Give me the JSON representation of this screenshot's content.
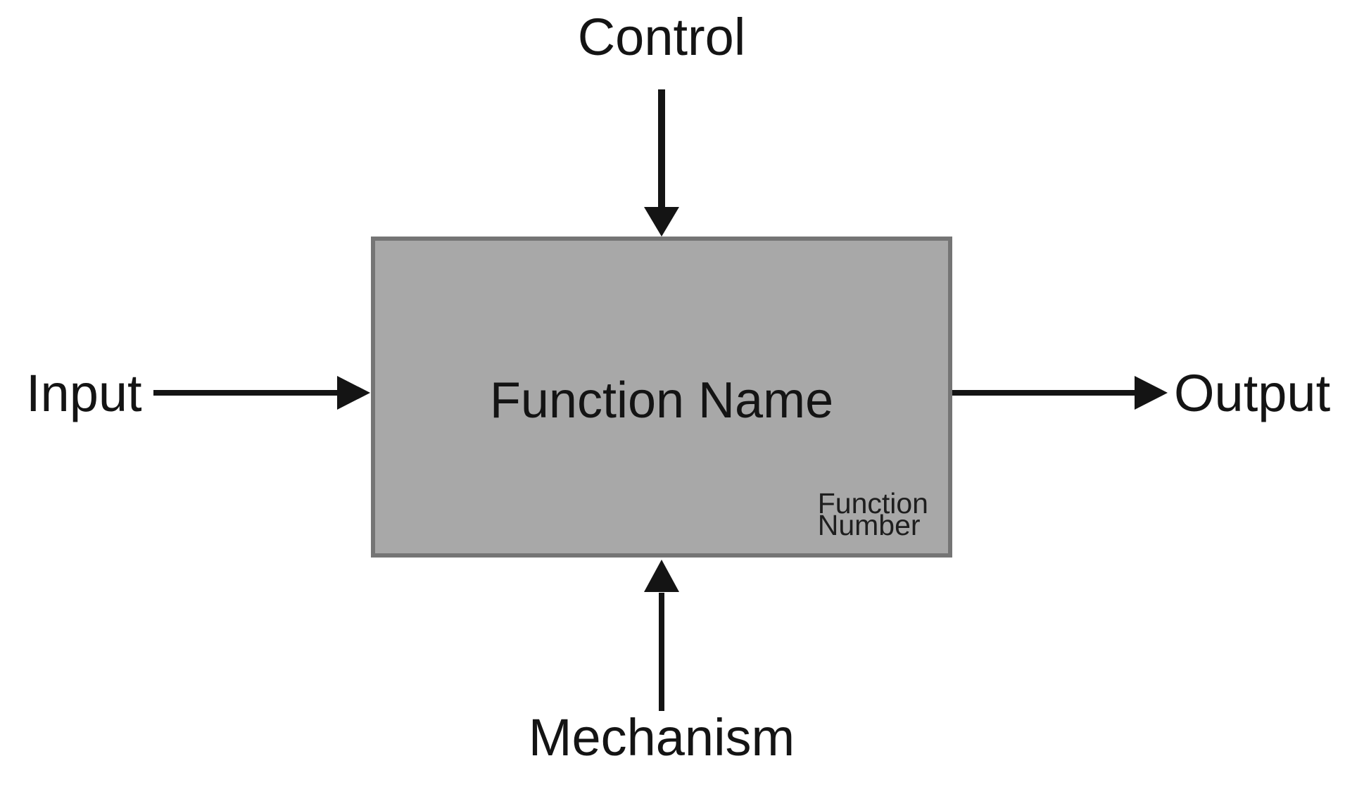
{
  "colors": {
    "background": "#ffffff",
    "box_fill": "#a8a8a8",
    "box_border": "#757575",
    "ink": "#141414"
  },
  "labels": {
    "control": "Control",
    "input": "Input",
    "output": "Output",
    "mechanism": "Mechanism"
  },
  "function_box": {
    "name": "Function Name",
    "number_line1": "Function",
    "number_line2": "Number"
  }
}
